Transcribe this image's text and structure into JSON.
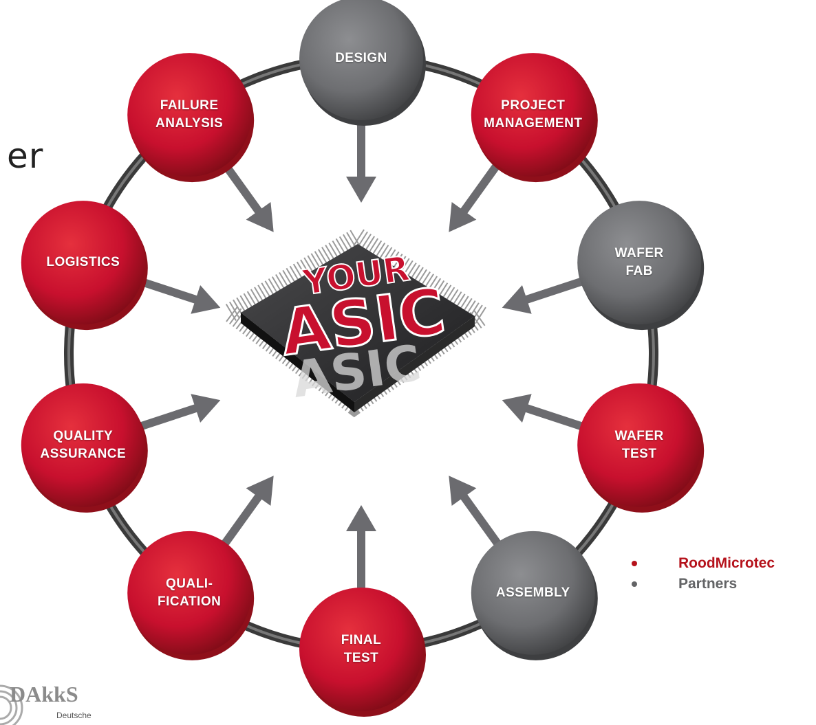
{
  "partial_heading": "er",
  "center_chip": {
    "word_top": "YOUR",
    "word_main": "ASIC"
  },
  "nodes": [
    {
      "label": "DESIGN",
      "type": "partner"
    },
    {
      "label": "PROJECT\nMANAGEMENT",
      "type": "roodmicrotec"
    },
    {
      "label": "WAFER\nFAB",
      "type": "partner"
    },
    {
      "label": "WAFER\nTEST",
      "type": "roodmicrotec"
    },
    {
      "label": "ASSEMBLY",
      "type": "partner"
    },
    {
      "label": "FINAL\nTEST",
      "type": "roodmicrotec"
    },
    {
      "label": "QUALI-\nFICATION",
      "type": "roodmicrotec"
    },
    {
      "label": "QUALITY\nASSURANCE",
      "type": "roodmicrotec"
    },
    {
      "label": "LOGISTICS",
      "type": "roodmicrotec"
    },
    {
      "label": "FAILURE\nANALYSIS",
      "type": "roodmicrotec"
    }
  ],
  "legend": [
    {
      "label": "RoodMicrotec",
      "color": "#b5121b"
    },
    {
      "label": "Partners",
      "color": "#636466"
    }
  ],
  "logo": {
    "name": "DAkkS",
    "subtitle": "Deutsche"
  },
  "colors": {
    "red": "#c8102e",
    "red_dark": "#8f0f1a",
    "gray": "#6d6e71",
    "gray_dark": "#3e3f41",
    "ring": "#3a3a3a",
    "arrow": "#6b6b6f"
  }
}
